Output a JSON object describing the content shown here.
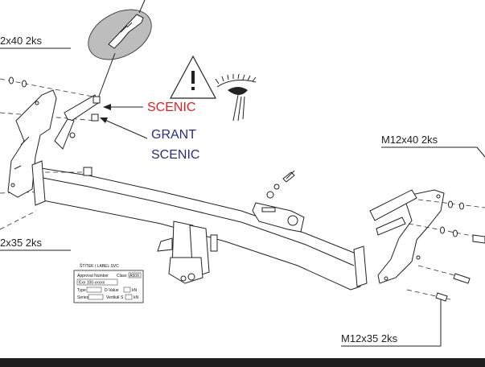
{
  "labels": {
    "top_left_bolts": "2x40   2ks",
    "mid_left_bolts": "2x35   2ks",
    "right_top_bolts": "M12x40   2ks",
    "right_bottom_bolts": "M12x35   2ks",
    "scenic": "SCENIC",
    "grant": "GRANT",
    "grant_scenic": "SCENIC"
  },
  "colors": {
    "scenic": "#e02020",
    "grant": "#2a2f7a",
    "line": "#222222",
    "callout_fill": "#bdbdbd",
    "bottom_bar": "#1e1e1e"
  },
  "plate": {
    "title": "ŠTÍTEK / LABEL SVC",
    "approval_label": "Approval Number",
    "class_label": "Class",
    "class_value": "A50X",
    "approval_value": "Exx 100-xxxxx",
    "type_label": "Type",
    "d_value_label": "D-Value",
    "d_value_unit": "kN",
    "series_label": "Series",
    "vertical_label": "Vertikál",
    "s_label": "S",
    "s_unit": "kN"
  },
  "icons": {
    "warning": "warning-triangle-icon",
    "eye": "eye-icon"
  }
}
